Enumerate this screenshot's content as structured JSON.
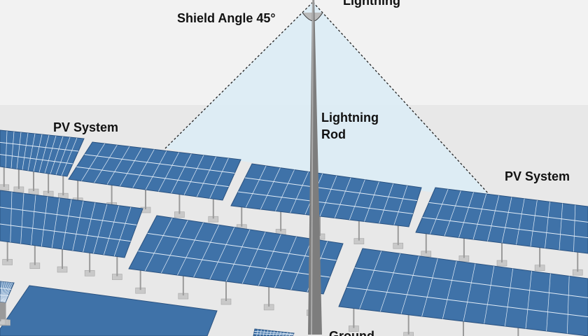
{
  "labels": {
    "lightning": "Lightning",
    "shield_angle": "Shield Angle 45°",
    "lightning_rod": "Lightning\nRod",
    "pv_left": "PV System",
    "pv_right": "PV System",
    "ground": "Ground"
  },
  "colors": {
    "background": "#f2f2f2",
    "ground": "#e6e6e6",
    "shield_zone": "#dcecf4",
    "panel": "#3f72a8",
    "panel_cell_line": "#e3edf7",
    "rod": "#7d7d7d",
    "text": "#111111"
  },
  "shield_angle_deg": 45,
  "icons": [
    "lightning-rod",
    "pv-array",
    "protection-cone"
  ]
}
